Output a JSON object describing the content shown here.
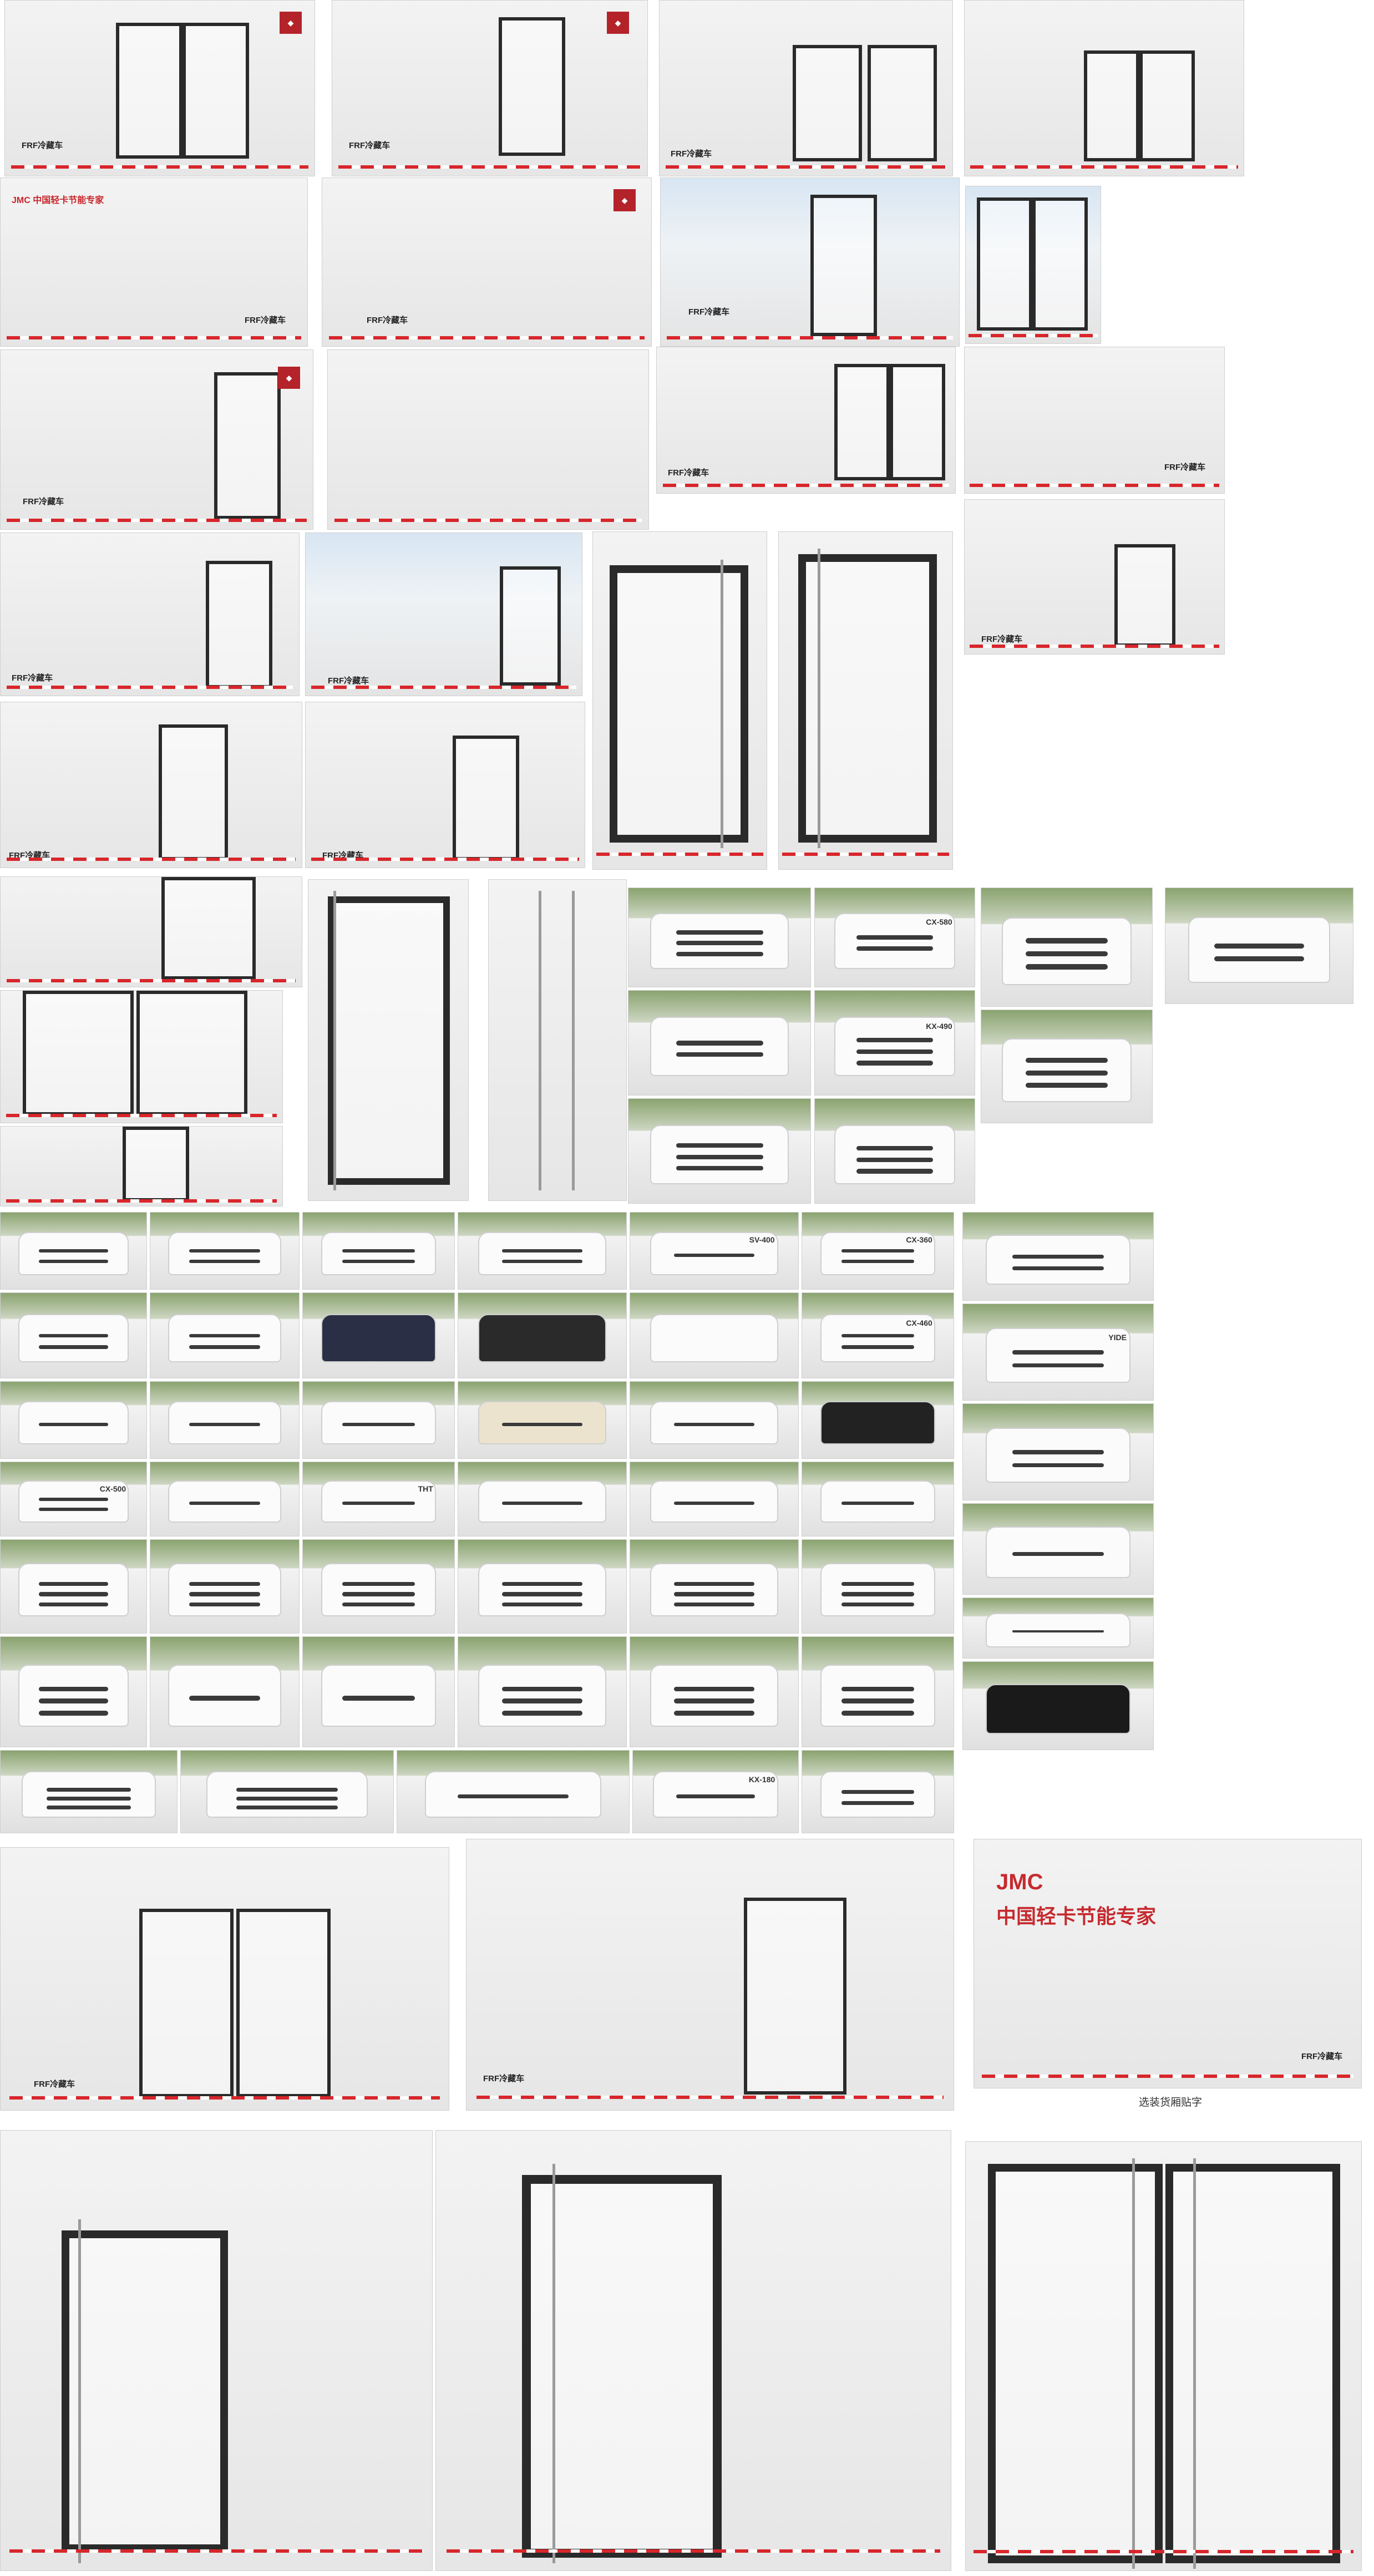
{
  "labels": {
    "frf": "FRF冷藏车",
    "jmc_slogan_small": "JMC 中国轻卡节能专家",
    "jmc": "JMC",
    "jmc_slogan": "中国轻卡节能专家",
    "caption": "选装货厢贴字",
    "unit_models": [
      "CX-580",
      "KX-490",
      "SV-400",
      "CX-360",
      "CX-460",
      "CX-500",
      "KX-180",
      "YIDE",
      "THT"
    ]
  }
}
